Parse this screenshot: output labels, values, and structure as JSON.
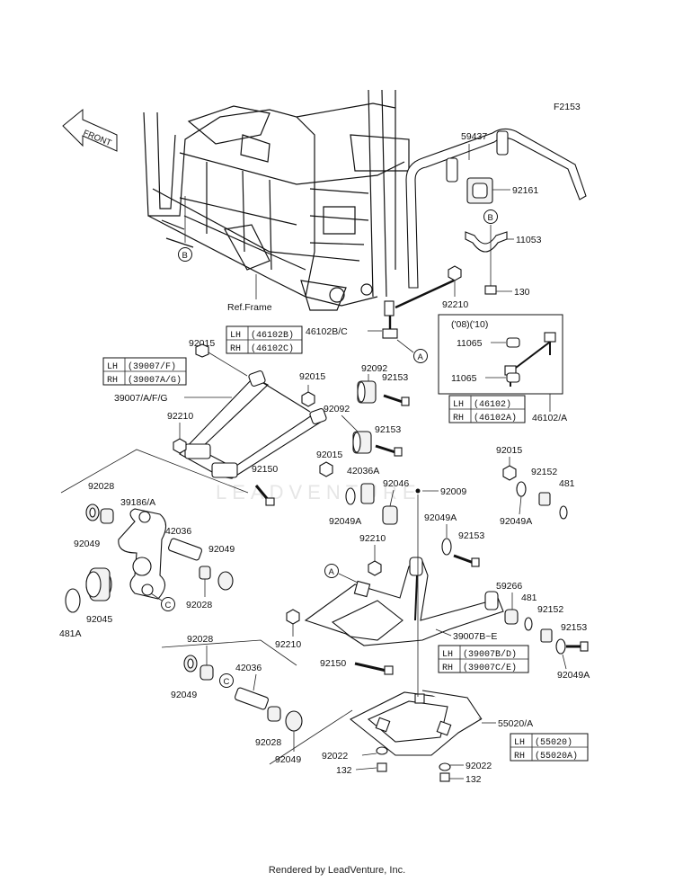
{
  "diagram_code": "F2153",
  "front_label": "FRONT",
  "ref_frame": "Ref.Frame",
  "watermark": "LEADVENTURE",
  "footer": "Rendered by LeadVenture, Inc.",
  "callouts": {
    "a": "A",
    "b": "B",
    "c": "C"
  },
  "parts": {
    "p59437": "59437",
    "p92161": "92161",
    "p11053": "11053",
    "p130": "130",
    "p92210_top": "92210",
    "p46102bc": "46102B/C",
    "p92015_a": "92015",
    "p39007": "39007/A/F/G",
    "p92015_b": "92015",
    "p92092_a": "92092",
    "p92153_a": "92153",
    "p92092_b": "92092",
    "p92153_b": "92153",
    "p92210_a": "92210",
    "p92015_c": "92015",
    "p92150_a": "92150",
    "p42036a": "42036A",
    "p92046": "92046",
    "p92009": "92009",
    "p92049a_a": "92049A",
    "p92049a_b": "92049A",
    "p92210_b": "92210",
    "p92153_c": "92153",
    "p92015_d": "92015",
    "p92152_a": "92152",
    "p481_a": "481",
    "p92049a_c": "92049A",
    "p92028_a": "92028",
    "p39186": "39186/A",
    "p92049_a": "92049",
    "p42036_a": "42036",
    "p92049_b": "92049",
    "p92028_b": "92028",
    "p92045": "92045",
    "p481a": "481A",
    "p59266": "59266",
    "p481_b": "481",
    "p92152_b": "92152",
    "p92153_d": "92153",
    "p92049a_d": "92049A",
    "p92210_c": "92210",
    "p39007be": "39007B~E",
    "p92150_b": "92150",
    "p92028_c": "92028",
    "p42036_b": "42036",
    "p92049_c": "92049",
    "p92028_d": "92028",
    "p92049_d": "92049",
    "p55020": "55020/A",
    "p92022_a": "92022",
    "p132_a": "132",
    "p92022_b": "92022",
    "p132_b": "132",
    "p11065_a": "11065",
    "p11065_b": "11065",
    "p46102a": "46102/A",
    "years": "('08)('10)"
  },
  "tables": {
    "t46102bc": [
      {
        "side": "LH",
        "code": "(46102B)"
      },
      {
        "side": "RH",
        "code": "(46102C)"
      }
    ],
    "t39007": [
      {
        "side": "LH",
        "code": "(39007/F)"
      },
      {
        "side": "RH",
        "code": "(39007A/G)"
      }
    ],
    "t46102": [
      {
        "side": "LH",
        "code": "(46102)"
      },
      {
        "side": "RH",
        "code": "(46102A)"
      }
    ],
    "t39007bd": [
      {
        "side": "LH",
        "code": "(39007B/D)"
      },
      {
        "side": "RH",
        "code": "(39007C/E)"
      }
    ],
    "t55020": [
      {
        "side": "LH",
        "code": "(55020)"
      },
      {
        "side": "RH",
        "code": "(55020A)"
      }
    ]
  }
}
